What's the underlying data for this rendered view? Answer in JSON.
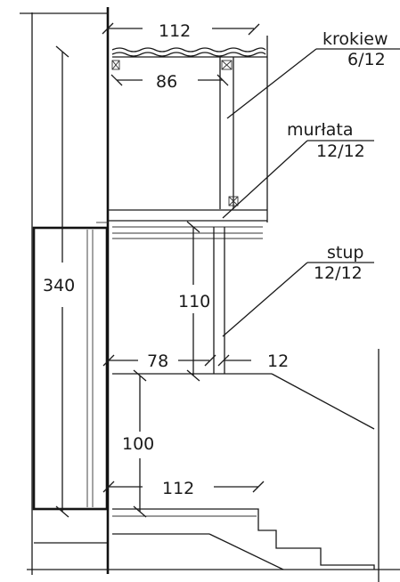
{
  "dimensions": {
    "roof_top_width": "112",
    "inner_width": "86",
    "total_height": "340",
    "post_height": "110",
    "left_clearance": "78",
    "post_width": "12",
    "lower_height": "100",
    "bottom_width": "112"
  },
  "labels": {
    "rafter": {
      "name": "krokiew",
      "size": "6/12"
    },
    "plate": {
      "name": "murłata",
      "size": "12/12"
    },
    "post": {
      "name": "stup",
      "size": "12/12"
    }
  }
}
